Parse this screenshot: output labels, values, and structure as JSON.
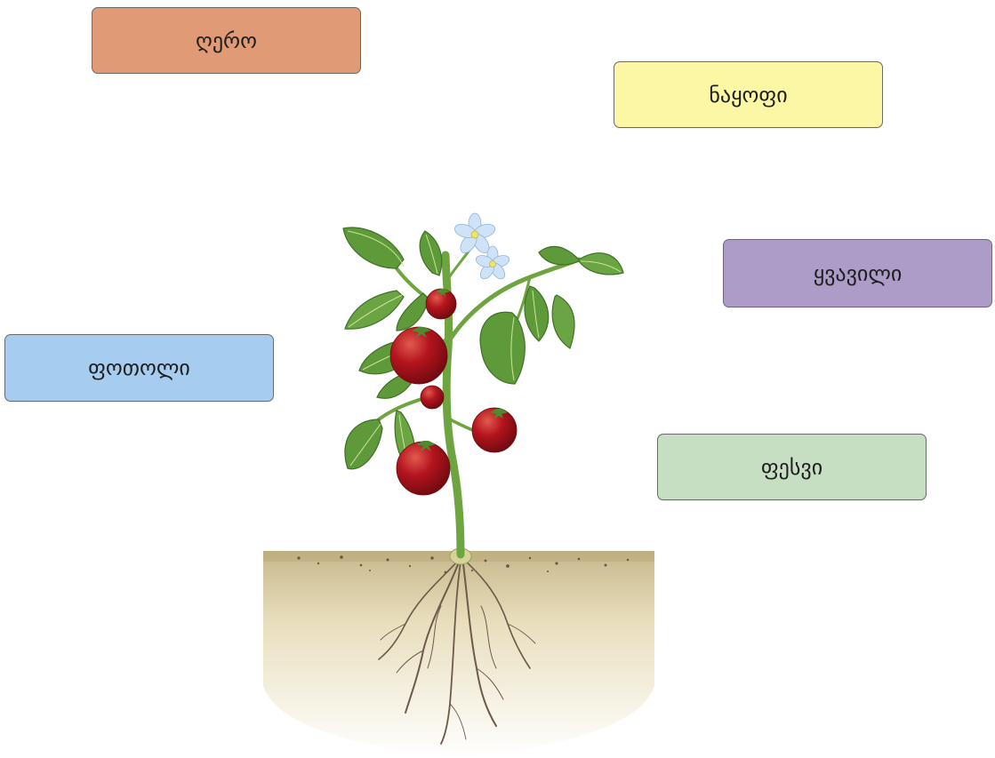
{
  "labels": {
    "stem": {
      "text": "ღერო",
      "color": "#e09a76"
    },
    "fruit": {
      "text": "ნაყოფი",
      "color": "#fbf7a4"
    },
    "flower": {
      "text": "ყვავილი",
      "color": "#ad9cc8"
    },
    "leaf": {
      "text": "ფოთოლი",
      "color": "#a6cdef"
    },
    "root": {
      "text": "ფესვი",
      "color": "#c6dfc3"
    }
  },
  "illustration": {
    "subject": "tomato-plant",
    "colors": {
      "leaf": "#5f9a3a",
      "leaf_dark": "#3f7124",
      "leaf_vein": "#cfe39a",
      "stem": "#6ea540",
      "tomato": "#b3141d",
      "tomato_highlight": "#e25a4e",
      "flower": "#cfe3f8",
      "soil_top": "#c7b88c",
      "soil": "#e9dfbe",
      "root": "#6d5a4a"
    }
  }
}
